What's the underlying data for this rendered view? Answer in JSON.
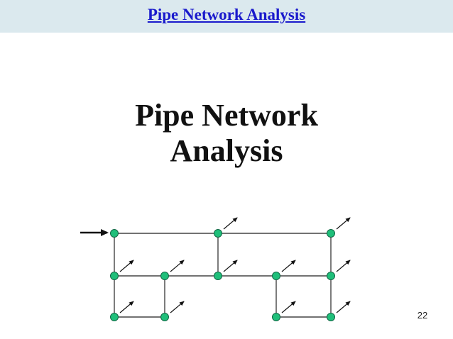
{
  "header": {
    "link_text": "Pipe Network Analysis"
  },
  "title": {
    "line1": "Pipe Network",
    "line2": "Analysis"
  },
  "slide_number": "22",
  "colors": {
    "header_bg": "#dbe9ee",
    "link": "#1a1acc",
    "node_fill": "#1fbf7a",
    "node_stroke": "#116644",
    "pipe": "#444444"
  },
  "diagram": {
    "nodes": [
      "n1",
      "n2",
      "n3",
      "n4",
      "n5",
      "n6",
      "n7",
      "n8",
      "n9",
      "n10",
      "n11",
      "n12"
    ],
    "pipes": [
      [
        "n1",
        "n2"
      ],
      [
        "n2",
        "n3"
      ],
      [
        "n4",
        "n5"
      ],
      [
        "n5",
        "n6"
      ],
      [
        "n6",
        "n7"
      ],
      [
        "n7",
        "n8"
      ],
      [
        "n9",
        "n10"
      ],
      [
        "n11",
        "n12"
      ],
      [
        "n1",
        "n4"
      ],
      [
        "n4",
        "n9"
      ],
      [
        "n5",
        "n10"
      ],
      [
        "n2",
        "n6"
      ],
      [
        "n7",
        "n11"
      ],
      [
        "n3",
        "n8"
      ],
      [
        "n8",
        "n12"
      ]
    ],
    "inflow_node": "n1",
    "outflow_nodes": [
      "n2",
      "n3",
      "n4",
      "n5",
      "n6",
      "n7",
      "n8",
      "n9",
      "n10",
      "n11",
      "n12"
    ]
  }
}
